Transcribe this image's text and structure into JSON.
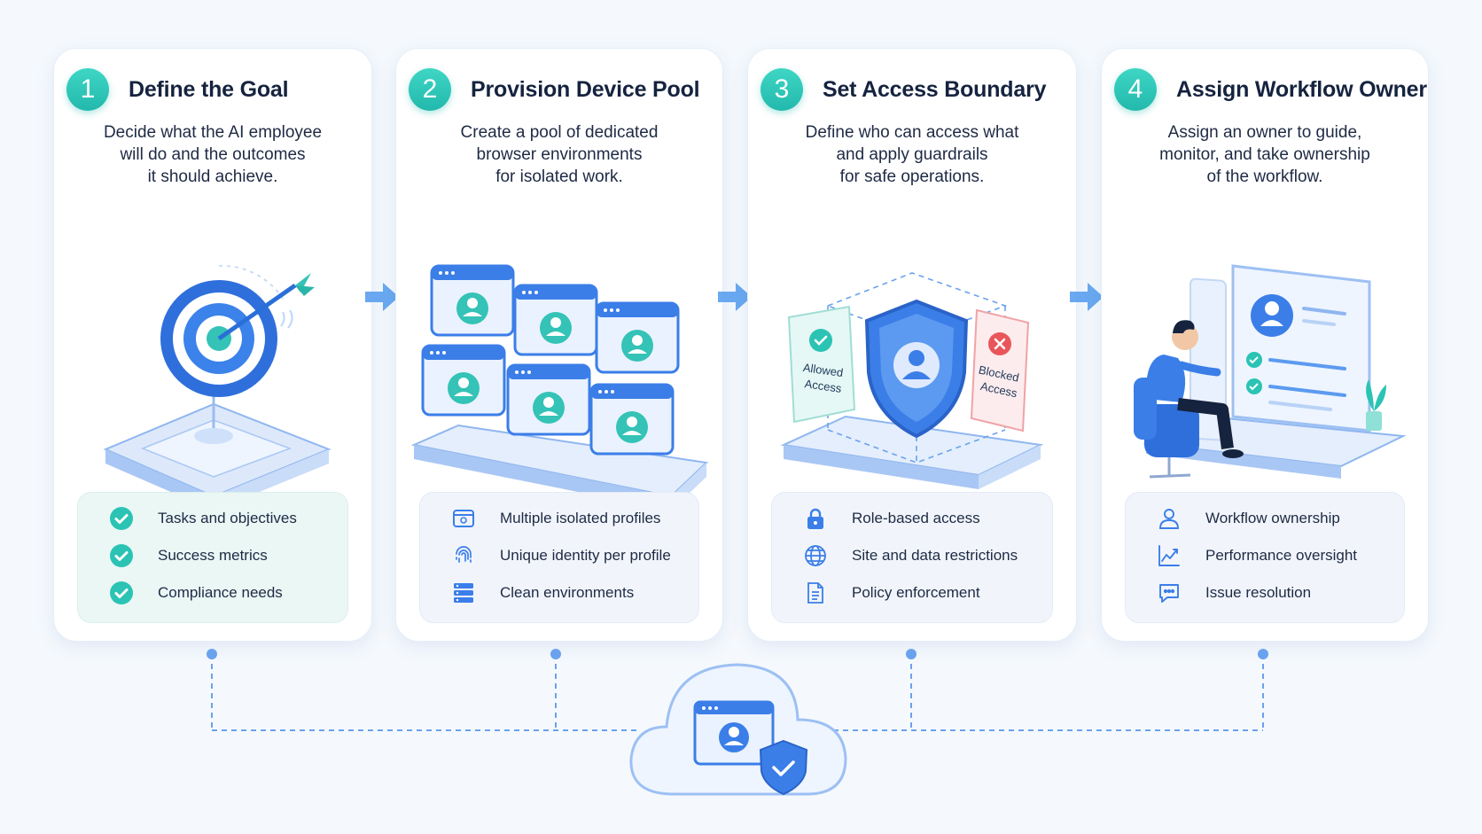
{
  "steps": [
    {
      "number": "1",
      "title": "Define the Goal",
      "description": [
        "Decide what the AI employee",
        "will do and the outcomes",
        "it should achieve."
      ],
      "features": [
        {
          "icon": "check-circle-icon",
          "label": "Tasks and objectives"
        },
        {
          "icon": "check-circle-icon",
          "label": "Success metrics"
        },
        {
          "icon": "check-circle-icon",
          "label": "Compliance needs"
        }
      ]
    },
    {
      "number": "2",
      "title": "Provision Device Pool",
      "description": [
        "Create a pool of dedicated",
        "browser environments",
        "for isolated work."
      ],
      "features": [
        {
          "icon": "browser-profile-icon",
          "label": "Multiple isolated profiles"
        },
        {
          "icon": "fingerprint-icon",
          "label": "Unique identity per profile"
        },
        {
          "icon": "server-stack-icon",
          "label": "Clean environments"
        }
      ]
    },
    {
      "number": "3",
      "title": "Set Access Boundary",
      "description": [
        "Define who can access what",
        "and apply guardrails",
        "for safe operations."
      ],
      "illustration": {
        "allowed_label": [
          "Allowed",
          "Access"
        ],
        "blocked_label": [
          "Blocked",
          "Access"
        ]
      },
      "features": [
        {
          "icon": "lock-icon",
          "label": "Role-based access"
        },
        {
          "icon": "globe-icon",
          "label": "Site and data restrictions"
        },
        {
          "icon": "document-icon",
          "label": "Policy enforcement"
        }
      ]
    },
    {
      "number": "4",
      "title": "Assign Workflow Owner",
      "description": [
        "Assign an owner to guide,",
        "monitor, and take ownership",
        "of the workflow."
      ],
      "features": [
        {
          "icon": "user-outline-icon",
          "label": "Workflow ownership"
        },
        {
          "icon": "trend-chart-icon",
          "label": "Performance oversight"
        },
        {
          "icon": "chat-bubble-icon",
          "label": "Issue resolution"
        }
      ]
    }
  ],
  "colors": {
    "teal": "#2bc3b4",
    "blue": "#3b7ee8",
    "red": "#e9555a",
    "dark_text": "#15233f"
  }
}
